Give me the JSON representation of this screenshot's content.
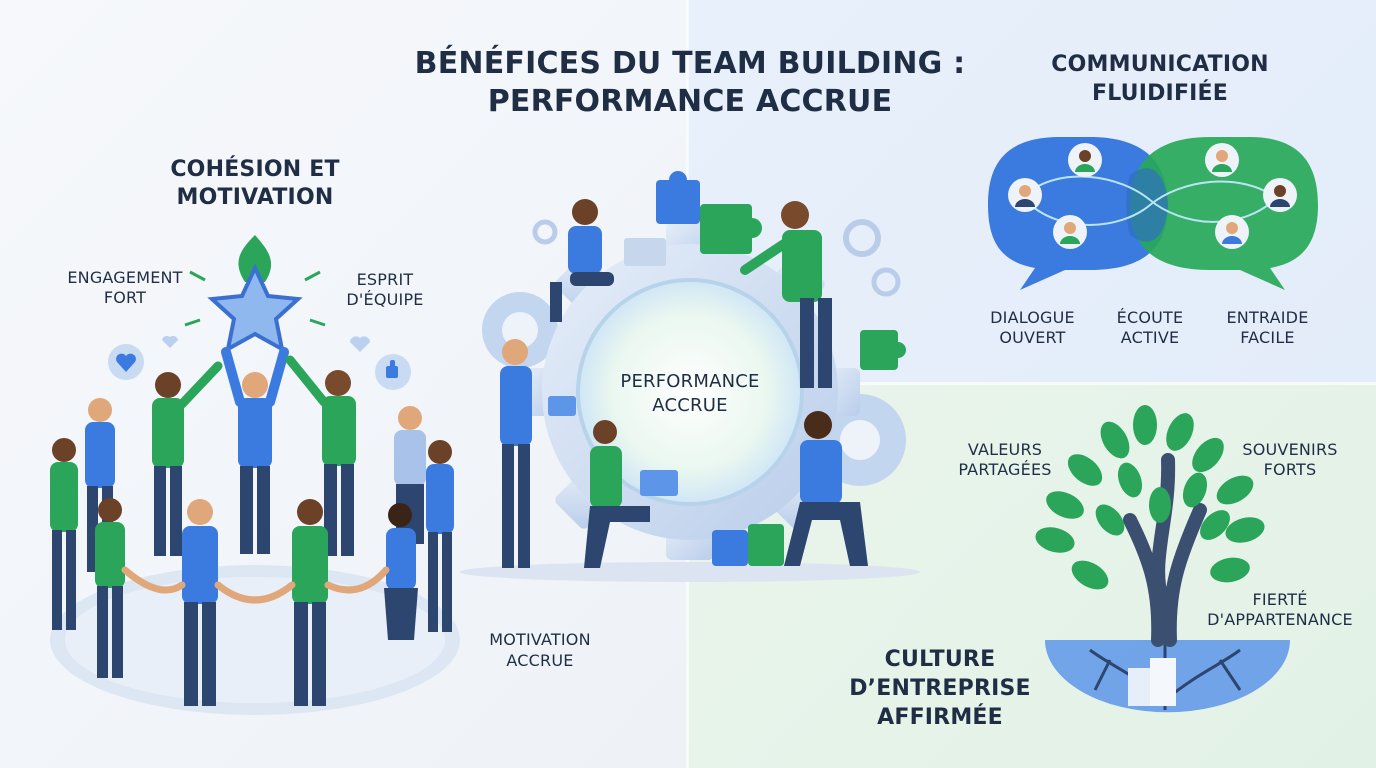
{
  "title": {
    "line1": "BÉNÉFICES DU TEAM BUILDING :",
    "line2": "PERFORMANCE ACCRUE"
  },
  "cohesion": {
    "heading": [
      "COHÉSION ET",
      "MOTIVATION"
    ],
    "engagement": [
      "ENGAGEMENT",
      "FORT"
    ],
    "esprit": [
      "ESPRIT",
      "D'ÉQUIPE"
    ],
    "motivation": [
      "MOTIVATION",
      "ACCRUE"
    ]
  },
  "center": {
    "label": [
      "PERFORMANCE",
      "ACCRUE"
    ]
  },
  "communication": {
    "heading": [
      "COMMUNICATION",
      "FLUIDIFIÉE"
    ],
    "dialogue": [
      "DIALOGUE",
      "OUVERT"
    ],
    "ecoute": [
      "ÉCOUTE",
      "ACTIVE"
    ],
    "entraide": [
      "ENTRAIDE",
      "FACILE"
    ]
  },
  "culture": {
    "heading": [
      "CULTURE",
      "D’ENTREPRISE",
      "AFFIRMÉE"
    ],
    "valeurs": [
      "VALEURS",
      "PARTAGÉES"
    ],
    "souvenirs": [
      "SOUVENIRS",
      "FORTS"
    ],
    "fierte": [
      "FIERTÉ",
      "D'APPARTENANCE"
    ]
  },
  "colors": {
    "blue": "#3b7be0",
    "green": "#28a858",
    "navy": "#1f2e44"
  }
}
